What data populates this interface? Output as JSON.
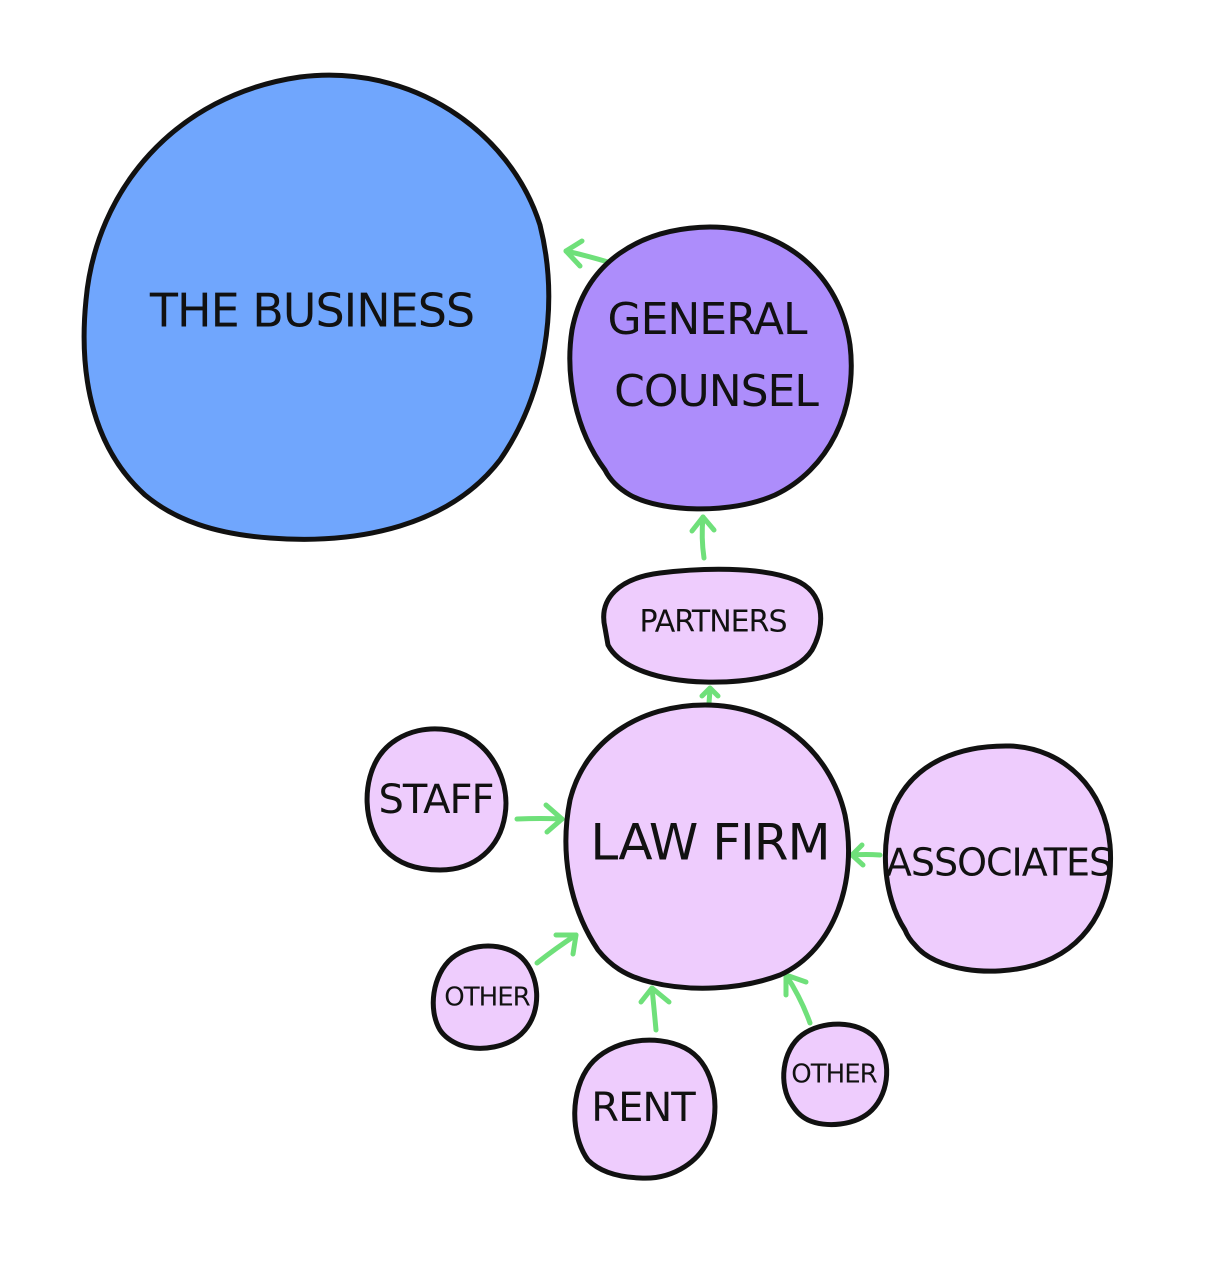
{
  "diagram": {
    "colors": {
      "business": "#70a6fd",
      "general_counsel": "#ad8dfb",
      "law_firm_group": "#eeccfd",
      "outline": "#111111",
      "arrow": "#6fe07a"
    },
    "nodes": {
      "business": {
        "label": "THE BUSINESS"
      },
      "general_counsel": {
        "label_line1": "GENERAL",
        "label_line2": "COUNSEL"
      },
      "partners": {
        "label": "PARTNERS"
      },
      "law_firm": {
        "label": "LAW FIRM"
      },
      "staff": {
        "label": "STAFF"
      },
      "associates": {
        "label": "ASSOCIATES"
      },
      "other_left": {
        "label": "OTHER"
      },
      "rent": {
        "label": "RENT"
      },
      "other_right": {
        "label": "OTHER"
      }
    },
    "arrows": [
      {
        "from": "general_counsel",
        "to": "business"
      },
      {
        "from": "partners",
        "to": "general_counsel"
      },
      {
        "from": "law_firm",
        "to": "partners"
      },
      {
        "from": "staff",
        "to": "law_firm"
      },
      {
        "from": "associates",
        "to": "law_firm"
      },
      {
        "from": "other_left",
        "to": "law_firm"
      },
      {
        "from": "rent",
        "to": "law_firm"
      },
      {
        "from": "other_right",
        "to": "law_firm"
      }
    ]
  }
}
